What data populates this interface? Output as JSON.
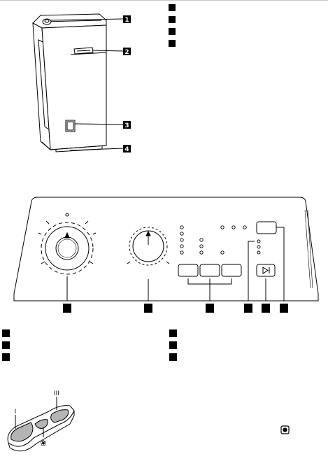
{
  "appliance_callouts": [
    "1",
    "2",
    "3",
    "4"
  ],
  "legend_top_right": [
    "",
    "",
    "",
    ""
  ],
  "panel_callouts": [
    "",
    "",
    "",
    "",
    "",
    ""
  ],
  "legend_bottom_left": [
    "",
    "",
    ""
  ],
  "legend_bottom_right": [
    "",
    "",
    ""
  ],
  "dispenser_labels": {
    "left_compartment": "I",
    "right_compartment": "III",
    "flower_symbol": "❀"
  },
  "colors": {
    "ink": "#000000",
    "paper": "#ffffff",
    "shade": "#b4b4b4"
  }
}
